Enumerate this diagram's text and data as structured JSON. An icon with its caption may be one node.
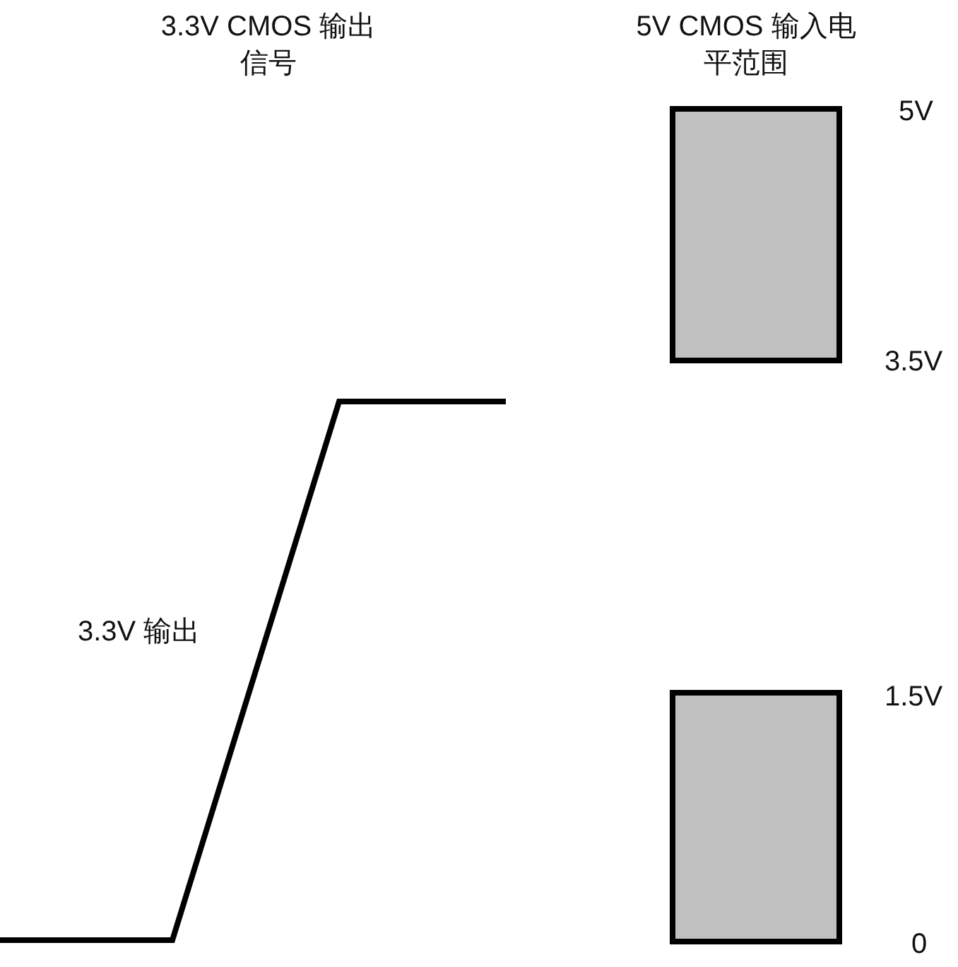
{
  "diagram": {
    "nodes": [
      {
        "text": [],
        "shape": "box"
      },
      {
        "text": [],
        "shape": "box"
      }
    ],
    "labels": [
      "3.3V CMOS 输出信号",
      "5V CMOS 输入电平范围",
      "5V",
      "3.5V",
      "3.3V 输出",
      "1.5V",
      "0"
    ]
  }
}
